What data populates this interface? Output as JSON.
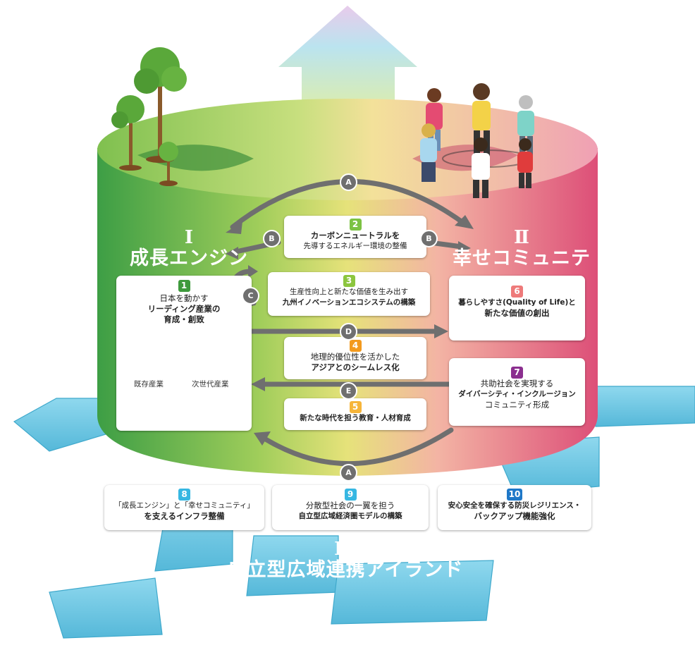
{
  "pillars": {
    "growth": {
      "num": "Ⅰ",
      "title": "成長エンジン"
    },
    "happiness": {
      "num": "Ⅱ",
      "title": "幸せコミュニティ"
    },
    "island": {
      "num": "Ⅲ",
      "title": "自立型広域連携アイランド"
    }
  },
  "cards": {
    "c1": {
      "num": "1",
      "lines": [
        "日本を動かす",
        "リーディング産業の",
        "育成・創致"
      ]
    },
    "c2": {
      "num": "2",
      "lines": [
        "カーボンニュートラルを",
        "先導するエネルギー環境の整備"
      ]
    },
    "c3": {
      "num": "3",
      "lines": [
        "生産性向上と新たな価値を生み出す",
        "九州イノベーションエコシステムの構築"
      ]
    },
    "c4": {
      "num": "4",
      "lines": [
        "地理的優位性を活かした",
        "アジアとのシームレス化"
      ]
    },
    "c5": {
      "num": "5",
      "lines": [
        "新たな時代を担う教育・人材育成"
      ]
    },
    "c6": {
      "num": "6",
      "lines": [
        "暮らしやすさ(Quality of Life)と",
        "新たな価値の創出"
      ]
    },
    "c7": {
      "num": "7",
      "lines": [
        "共助社会を実現する",
        "ダイバーシティ・インクルージョン",
        "コミュニティ形成"
      ]
    },
    "c8": {
      "num": "8",
      "lines": [
        "「成長エンジン」と「幸せコミュニティ」",
        "を支えるインフラ整備"
      ]
    },
    "c9": {
      "num": "9",
      "lines": [
        "分散型社会の一翼を担う",
        "自立型広域経済圏モデルの構築"
      ]
    },
    "c10": {
      "num": "10",
      "lines": [
        "安心安全を確保する防災レジリエンス・",
        "バックアップ機能強化"
      ]
    }
  },
  "venn": {
    "left": "既存産業",
    "right": "次世代産業"
  },
  "tags": {
    "a_top": "A",
    "a_bottom": "A",
    "b_left": "B",
    "b_right": "B",
    "c": "C",
    "d": "D",
    "e": "E"
  },
  "colors": {
    "growth_green": "#4ea84a",
    "happiness_pink": "#e0607f",
    "island_blue": "#74cde6",
    "badge1": "#3e9a3c",
    "badge2": "#7cc243",
    "badge3": "#8cc63f",
    "badge4": "#f39a1e",
    "badge5": "#f6b53a",
    "badge6": "#ee7a7a",
    "badge7": "#8b2f8f",
    "badge8": "#36b7e2",
    "badge9": "#36b7e2",
    "badge10": "#1f78c8",
    "arrow_gray": "#6f6f6f"
  }
}
